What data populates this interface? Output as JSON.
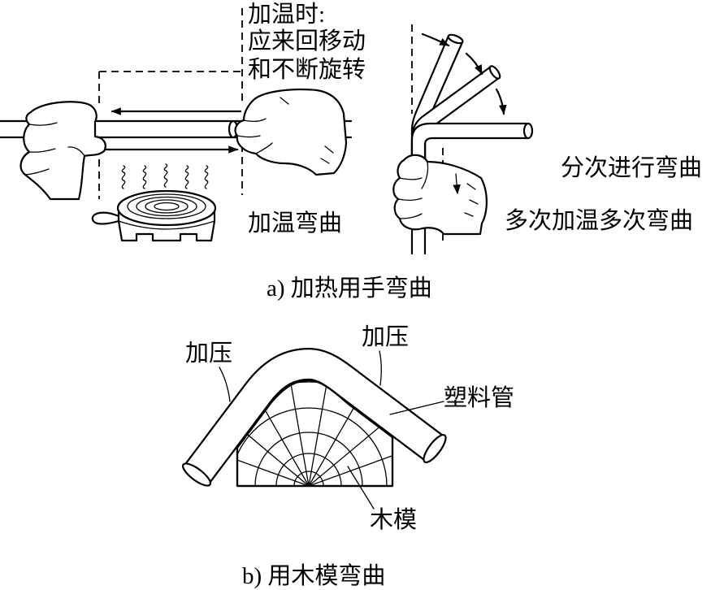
{
  "part_a": {
    "heating_note": [
      "加温时:",
      "应来回移动",
      "和不断旋转"
    ],
    "heating_label": "加温弯曲",
    "stepwise_label": "分次进行弯曲",
    "repeat_label": "多次加温多次弯曲",
    "caption": "a) 加热用手弯曲"
  },
  "part_b": {
    "press_label_left": "加压",
    "press_label_right": "加压",
    "pipe_label": "塑料管",
    "mold_label": "木模",
    "caption": "b) 用木模弯曲"
  },
  "colors": {
    "ink": "#000000",
    "background": "#ffffff"
  }
}
